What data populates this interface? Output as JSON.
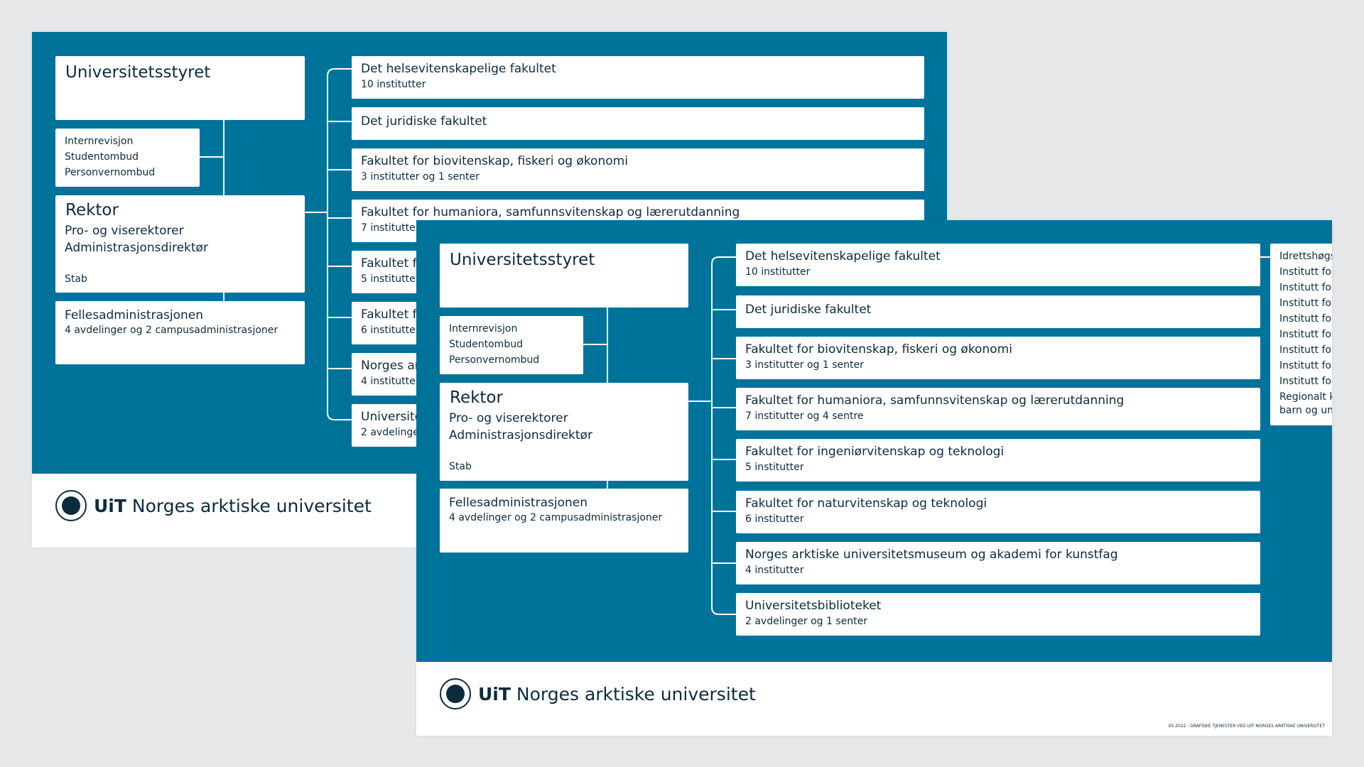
{
  "board": "Universitetsstyret",
  "audit": [
    "Internrevisjon",
    "Studentombud",
    "Personvernombud"
  ],
  "rector": {
    "title": "Rektor",
    "line1": "Pro- og viserektorer",
    "line2": "Administrasjonsdirektør",
    "staff": "Stab"
  },
  "admin": {
    "title": "Fellesadministrasjonen",
    "sub": "4 avdelinger og 2 campusadministrasjoner"
  },
  "faculties": [
    {
      "name": "Det helsevitenskapelige fakultet",
      "sub": "10 institutter"
    },
    {
      "name": "Det juridiske fakultet",
      "sub": ""
    },
    {
      "name": "Fakultet for biovitenskap, fiskeri og økonomi",
      "sub": "3 institutter og 1 senter"
    },
    {
      "name": "Fakultet for humaniora, samfunnsvitenskap og lærerutdanning",
      "sub": "7 institutter og 4 sentre"
    },
    {
      "name": "Fakultet for ingeniørvitenskap og teknologi",
      "sub": "5 institutter"
    },
    {
      "name": "Fakultet for naturvitenskap og teknologi",
      "sub": "6 institutter"
    },
    {
      "name": "Norges arktiske universitetsmuseum og akademi for kunstfag",
      "sub": "4 institutter"
    },
    {
      "name": "Universitetsbiblioteket",
      "sub": "2 avdelinger og 1 senter"
    }
  ],
  "back_visible": {
    "humaniora_cut": "Fakultet for humaniora, samfunnsvitenskap og lærerutdanning",
    "humaniora_sub_cut": "7 institutter",
    "ing_cut": "Fakultet fo",
    "ing_sub_cut": "5 institutter",
    "nat_cut": "Fakultet fo",
    "nat_sub_cut": "6 institutter",
    "museum_cut": "Norges ar",
    "museum_sub_cut": "4 institutter",
    "lib_cut": "Universite",
    "lib_sub_cut": "2 avdelinge"
  },
  "institutes": [
    "Idrettshøgskolen",
    "Institutt for farmasi",
    "Institutt for helse- og omsorgsfag",
    "Institutt for klinisk medisin",
    "Institutt for klinisk odontologi",
    "Institutt for medisinsk biologi",
    "Institutt for psykologi",
    "Institutt for samfunnsmedisin",
    "Institutt for vernepleie",
    "Regionalt kunnskapssenter for",
    "barn og unge, Nord (RKBU Nord)"
  ],
  "brand": {
    "short": "UiT",
    "name": "Norges arktiske universitet"
  },
  "credit": "05.2022 · GRAFISKE TJENESTER VED UIT NORGES ARKTISKE UNIVERSITET",
  "colors": {
    "panel": "#00739b",
    "box": "#ffffff",
    "text": "#0d2b3e",
    "background": "#e6e7e9"
  }
}
